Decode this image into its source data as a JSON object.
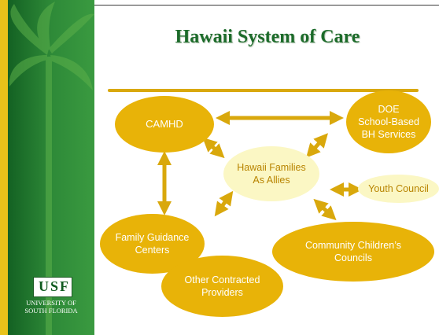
{
  "slide": {
    "title": "Hawaii System of Care",
    "logo_mark": "USF",
    "logo_text_line1": "UNIVERSITY OF",
    "logo_text_line2": "SOUTH FLORIDA"
  },
  "nodes": {
    "camhd": "CAMHD",
    "doe": "DOE\nSchool-Based\nBH Services",
    "families": "Hawaii Families\nAs Allies",
    "youth_council": "Youth Council",
    "family_guidance": "Family Guidance\nCenters",
    "community_councils": "Community Children’s\nCouncils",
    "other_providers": "Other Contracted\nProviders"
  },
  "colors": {
    "node_fill": "#e8b308",
    "center_fill": "#fbf7c4",
    "arrow_fill": "#d9a80c",
    "title_color": "#1c6b2a"
  }
}
